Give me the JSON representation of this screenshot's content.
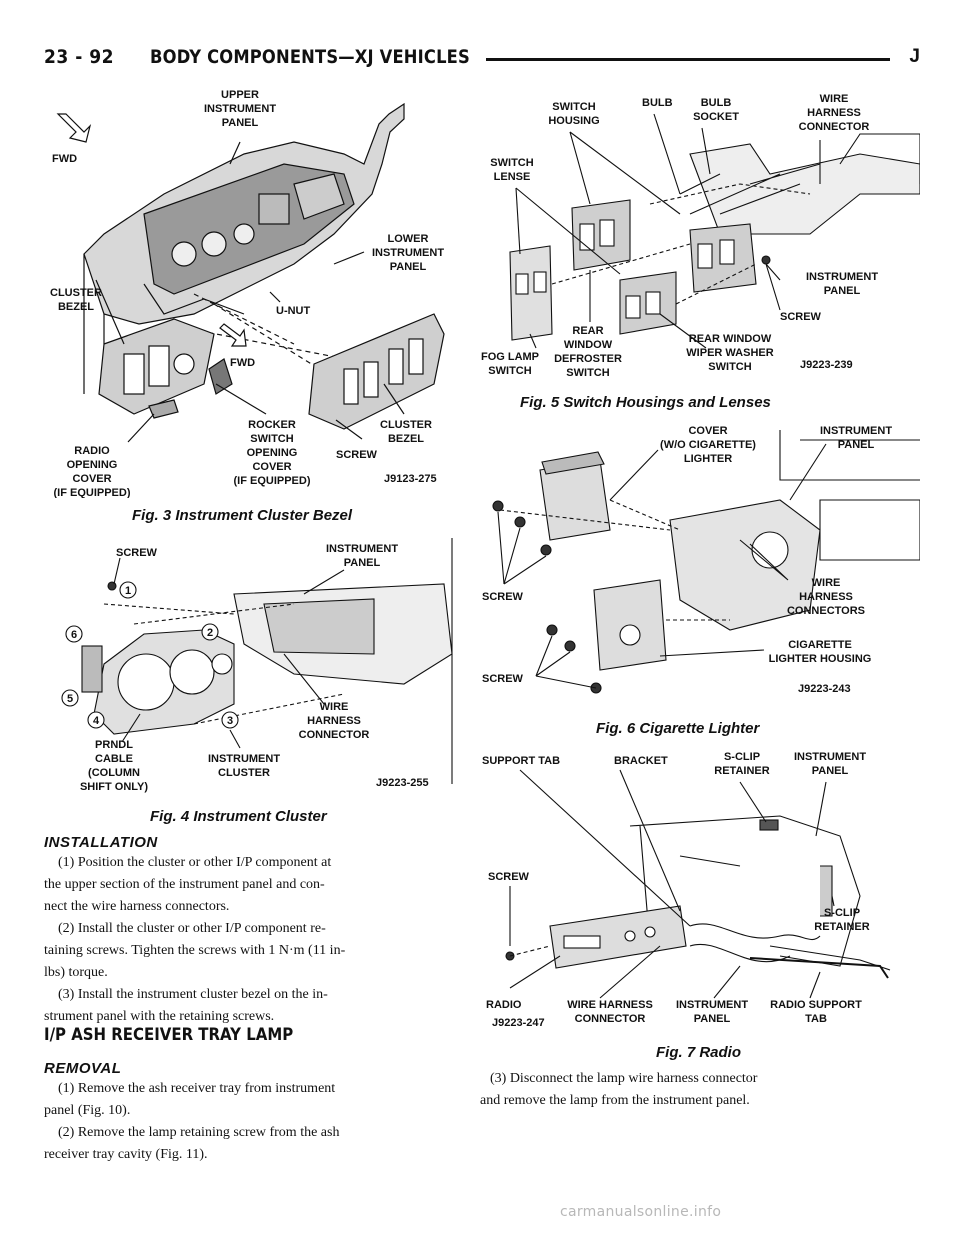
{
  "header": {
    "page_number": "23 - 92",
    "section_title": "BODY COMPONENTS—XJ VEHICLES",
    "vehicle_letter": "J"
  },
  "figures": {
    "fig3": {
      "caption": "Fig. 3 Instrument Cluster Bezel",
      "code": "J9123-275",
      "labels": {
        "fwd_top": "FWD",
        "upper_panel": [
          "UPPER",
          "INSTRUMENT",
          "PANEL"
        ],
        "lower_panel": [
          "LOWER",
          "INSTRUMENT",
          "PANEL"
        ],
        "cluster_bezel_left": [
          "CLUSTER",
          "BEZEL"
        ],
        "u_nut": "U-NUT",
        "fwd_mid": "FWD",
        "radio_cover": [
          "RADIO",
          "OPENING",
          "COVER",
          "(IF EQUIPPED)"
        ],
        "rocker_cover": [
          "ROCKER",
          "SWITCH",
          "OPENING",
          "COVER",
          "(IF EQUIPPED)"
        ],
        "screw": "SCREW",
        "cluster_bezel_right": [
          "CLUSTER",
          "BEZEL"
        ]
      }
    },
    "fig4": {
      "caption": "Fig. 4 Instrument Cluster",
      "code": "J9223-255",
      "labels": {
        "screw": "SCREW",
        "instrument_panel": [
          "INSTRUMENT",
          "PANEL"
        ],
        "wire_harness": [
          "WIRE",
          "HARNESS",
          "CONNECTOR"
        ],
        "prndl": [
          "PRNDL",
          "CABLE",
          "(COLUMN",
          "SHIFT ONLY)"
        ],
        "instrument_cluster": [
          "INSTRUMENT",
          "CLUSTER"
        ],
        "callouts": [
          "1",
          "2",
          "3",
          "4",
          "5",
          "6"
        ]
      }
    },
    "fig5": {
      "caption": "Fig. 5 Switch Housings and Lenses",
      "code": "J9223-239",
      "labels": {
        "switch_housing": [
          "SWITCH",
          "HOUSING"
        ],
        "bulb": "BULB",
        "bulb_socket": [
          "BULB",
          "SOCKET"
        ],
        "wire_harness": [
          "WIRE",
          "HARNESS",
          "CONNECTOR"
        ],
        "switch_lense": [
          "SWITCH",
          "LENSE"
        ],
        "instrument_panel": [
          "INSTRUMENT",
          "PANEL"
        ],
        "screw": "SCREW",
        "fog_lamp": [
          "FOG LAMP",
          "SWITCH"
        ],
        "rear_defroster": [
          "REAR",
          "WINDOW",
          "DEFROSTER",
          "SWITCH"
        ],
        "rear_wiper": [
          "REAR WINDOW",
          "WIPER WASHER",
          "SWITCH"
        ]
      }
    },
    "fig6": {
      "caption": "Fig. 6 Cigarette Lighter",
      "code": "J9223-243",
      "labels": {
        "cover": [
          "COVER",
          "(W/O CIGARETTE)",
          "LIGHTER"
        ],
        "instrument_panel": [
          "INSTRUMENT",
          "PANEL"
        ],
        "screw_top": "SCREW",
        "wire_harness": [
          "WIRE",
          "HARNESS",
          "CONNECTORS"
        ],
        "lighter_housing": [
          "CIGARETTE",
          "LIGHTER HOUSING"
        ],
        "screw_bottom": "SCREW"
      }
    },
    "fig7": {
      "caption": "Fig. 7 Radio",
      "code": "J9223-247",
      "labels": {
        "support_tab": "SUPPORT TAB",
        "bracket": "BRACKET",
        "sclip_top": [
          "S-CLIP",
          "RETAINER"
        ],
        "instrument_panel_top": [
          "INSTRUMENT",
          "PANEL"
        ],
        "screw": "SCREW",
        "sclip_right": [
          "S-CLIP",
          "RETAINER"
        ],
        "radio": "RADIO",
        "wire_harness": [
          "WIRE HARNESS",
          "CONNECTOR"
        ],
        "instrument_panel_bottom": [
          "INSTRUMENT",
          "PANEL"
        ],
        "radio_support_tab": [
          "RADIO SUPPORT",
          "TAB"
        ]
      }
    }
  },
  "installation": {
    "heading": "INSTALLATION",
    "steps": [
      [
        "(1) Position the cluster or other I/P component at",
        "the upper section of the instrument panel and con-",
        "nect the wire harness connectors."
      ],
      [
        "(2) Install the cluster or other I/P component re-",
        "taining screws. Tighten the screws with 1 N·m (11 in-",
        "lbs) torque."
      ],
      [
        "(3) Install the instrument cluster bezel on the in-",
        "strument panel with the retaining screws."
      ]
    ]
  },
  "ash_tray": {
    "heading": "I/P ASH RECEIVER TRAY LAMP",
    "removal_heading": "REMOVAL",
    "steps": [
      [
        "(1) Remove the ash receiver tray from instrument",
        "panel (Fig. 10)."
      ],
      [
        "(2) Remove the lamp retaining screw from the ash",
        "receiver tray cavity (Fig. 11)."
      ]
    ]
  },
  "right_column": {
    "step3": [
      "(3) Disconnect the lamp wire harness connector",
      "and remove the lamp from the instrument panel."
    ]
  },
  "watermark": "carmanualsonline.info"
}
